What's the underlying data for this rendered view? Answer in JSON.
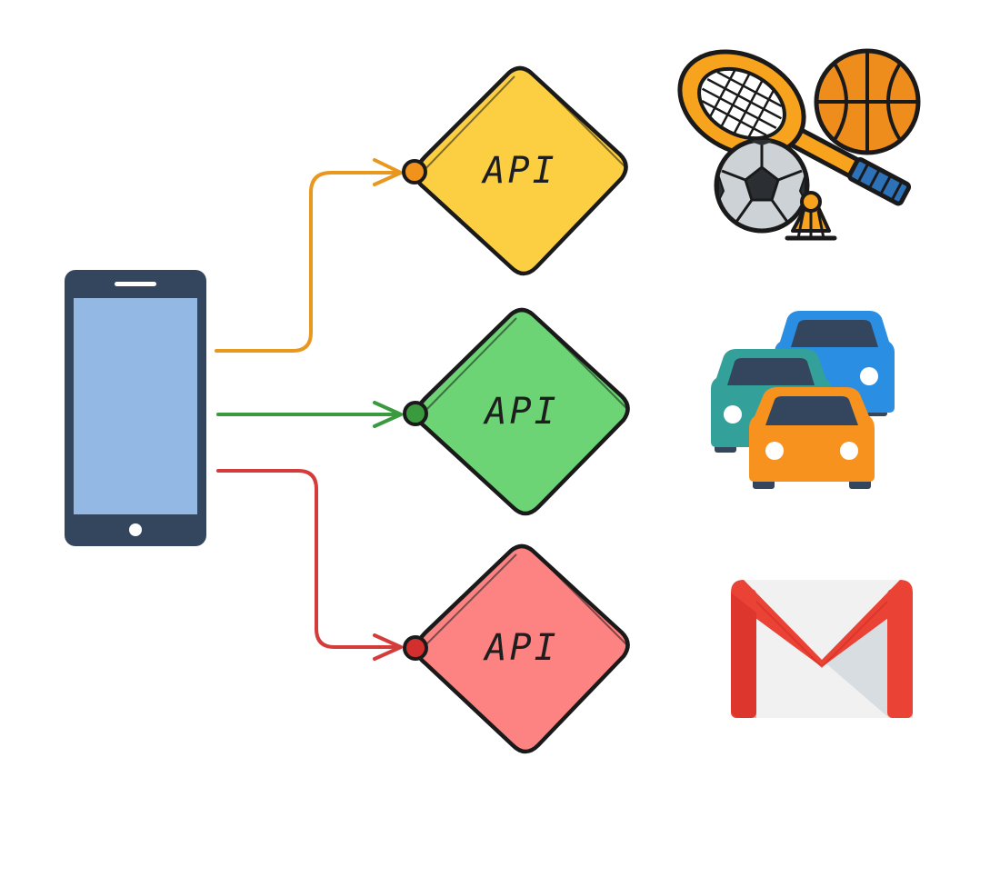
{
  "diagram": {
    "client": {
      "icon": "smartphone-icon",
      "colors": {
        "frame": "#34465e",
        "screen": "#93b8e3",
        "button": "#ffffff"
      }
    },
    "connections": [
      {
        "from": "smartphone",
        "to": "api-sports",
        "color": "#e8981e"
      },
      {
        "from": "smartphone",
        "to": "api-traffic",
        "color": "#3a9a3e"
      },
      {
        "from": "smartphone",
        "to": "api-mail",
        "color": "#d43c3c"
      }
    ],
    "nodes": [
      {
        "id": "api-sports",
        "label": "API",
        "fill": "#fccf43",
        "port_color": "#f0921c",
        "service_icon": "sports-equipment-icon"
      },
      {
        "id": "api-traffic",
        "label": "API",
        "fill": "#6cd474",
        "port_color": "#3a9a3e",
        "service_icon": "traffic-cars-icon"
      },
      {
        "id": "api-mail",
        "label": "API",
        "fill": "#fd8282",
        "port_color": "#d32f2f",
        "service_icon": "gmail-icon"
      }
    ],
    "services": [
      {
        "icon": "sports-equipment-icon",
        "colors": [
          "#f7a31d",
          "#ee8d1c",
          "#a9b1b9",
          "#2d72b8"
        ]
      },
      {
        "icon": "traffic-cars-icon",
        "colors": [
          "#2a8ee3",
          "#33a09a",
          "#f7921e",
          "#34465e"
        ]
      },
      {
        "icon": "gmail-icon",
        "colors": [
          "#ea4335",
          "#c5221f",
          "#f1f1f1",
          "#d8dde2"
        ]
      }
    ]
  }
}
